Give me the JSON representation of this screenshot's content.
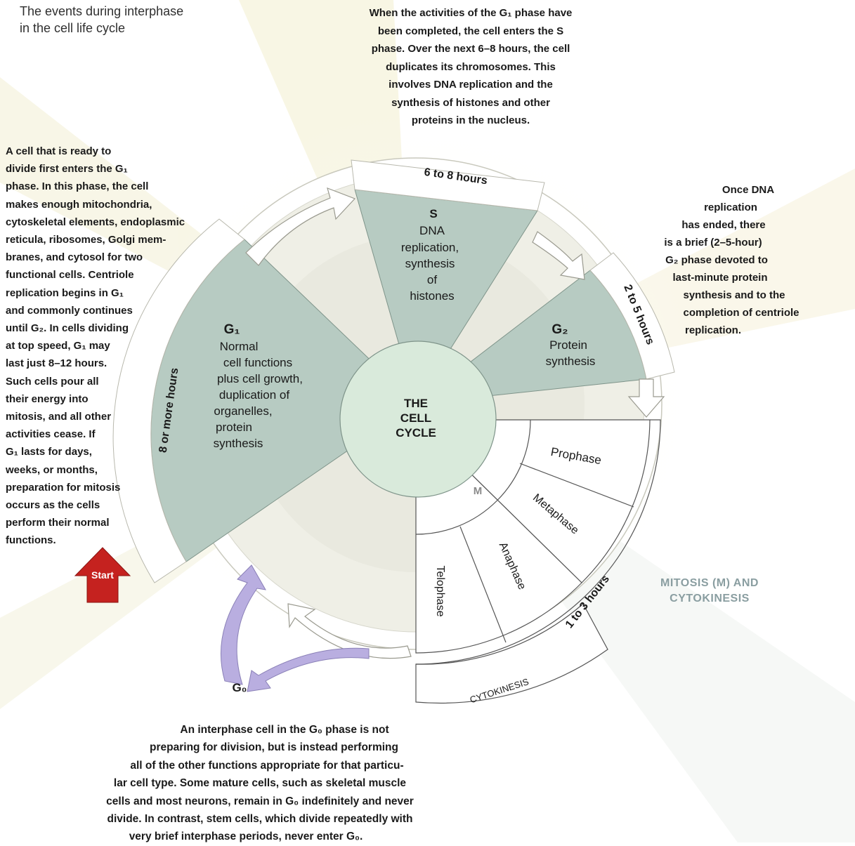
{
  "header": {
    "lines": [
      "The events during interphase",
      "in the cell life cycle"
    ]
  },
  "top_text": {
    "lines": [
      "When the activities of the G₁ phase have",
      "been completed, the cell enters the S",
      "phase. Over the next 6–8 hours, the cell",
      "duplicates its chromosomes. This",
      "involves DNA replication and the",
      "synthesis of histones and other",
      "proteins in the nucleus."
    ]
  },
  "left_text": {
    "lines": [
      "A cell that is ready to",
      "divide first enters the G₁",
      "phase. In this phase, the cell",
      "makes enough mitochondria,",
      "cytoskeletal elements, endoplasmic",
      "reticula, ribosomes, Golgi mem-",
      "branes, and cytosol for two",
      "functional cells. Centriole",
      "replication begins in G₁",
      "and commonly continues",
      "until G₂. In cells dividing",
      "at top speed, G₁ may",
      "last just 8–12 hours.",
      "Such cells pour all",
      "their energy into",
      "mitosis, and all other",
      "activities cease. If",
      "G₁ lasts for days,",
      "weeks, or months,",
      "preparation for mitosis",
      "occurs as the cells",
      "perform their normal",
      "functions."
    ]
  },
  "right_text": {
    "lines": [
      "Once DNA",
      "replication",
      "has ended, there",
      "is a brief (2–5-hour)",
      "G₂ phase devoted to",
      "last-minute protein",
      "synthesis and to the",
      "completion of centriole",
      "replication."
    ]
  },
  "bottom_text": {
    "lines": [
      "An interphase cell in the G₀ phase is not",
      "preparing for division, but is instead performing",
      "all of the other functions appropriate for that particu-",
      "lar cell type. Some mature cells, such as skeletal muscle",
      "cells and most neurons, remain in G₀ indefinitely and never",
      "divide. In contrast, stem cells, which divide repeatedly with",
      "very brief interphase periods, never enter G₀."
    ]
  },
  "diagram": {
    "center_label": [
      "THE",
      "CELL",
      "CYCLE"
    ],
    "start_label": "Start",
    "g0_label": "G₀",
    "s_phase": {
      "title": "S",
      "desc": [
        "DNA",
        "replication,",
        "synthesis",
        "of",
        "histones"
      ],
      "duration": "6 to 8 hours"
    },
    "g1_phase": {
      "title": "G₁",
      "desc": [
        "Normal",
        "cell functions",
        "plus cell growth,",
        "duplication of",
        "organelles,",
        "protein",
        "synthesis"
      ],
      "duration": "8 or more hours"
    },
    "g2_phase": {
      "title": "G₂",
      "desc": [
        "Protein",
        "synthesis"
      ],
      "duration": "2 to 5 hours"
    },
    "m_phase": {
      "title": "M",
      "stages": [
        "Prophase",
        "Metaphase",
        "Anaphase",
        "Telophase"
      ],
      "duration": "1 to 3 hours",
      "cytokinesis": "CYTOKINESIS"
    },
    "mitosis_label": [
      "MITOSIS (M) AND",
      "CYTOKINESIS"
    ]
  },
  "colors": {
    "phase_fill": "#b7cbc2",
    "center_fill": "#d9eadb",
    "ring_fill": "#efefe6",
    "arrow_purple": "#b9aee0",
    "start_red": "#c5221f",
    "mitosis_label": "#8a9ea1"
  }
}
